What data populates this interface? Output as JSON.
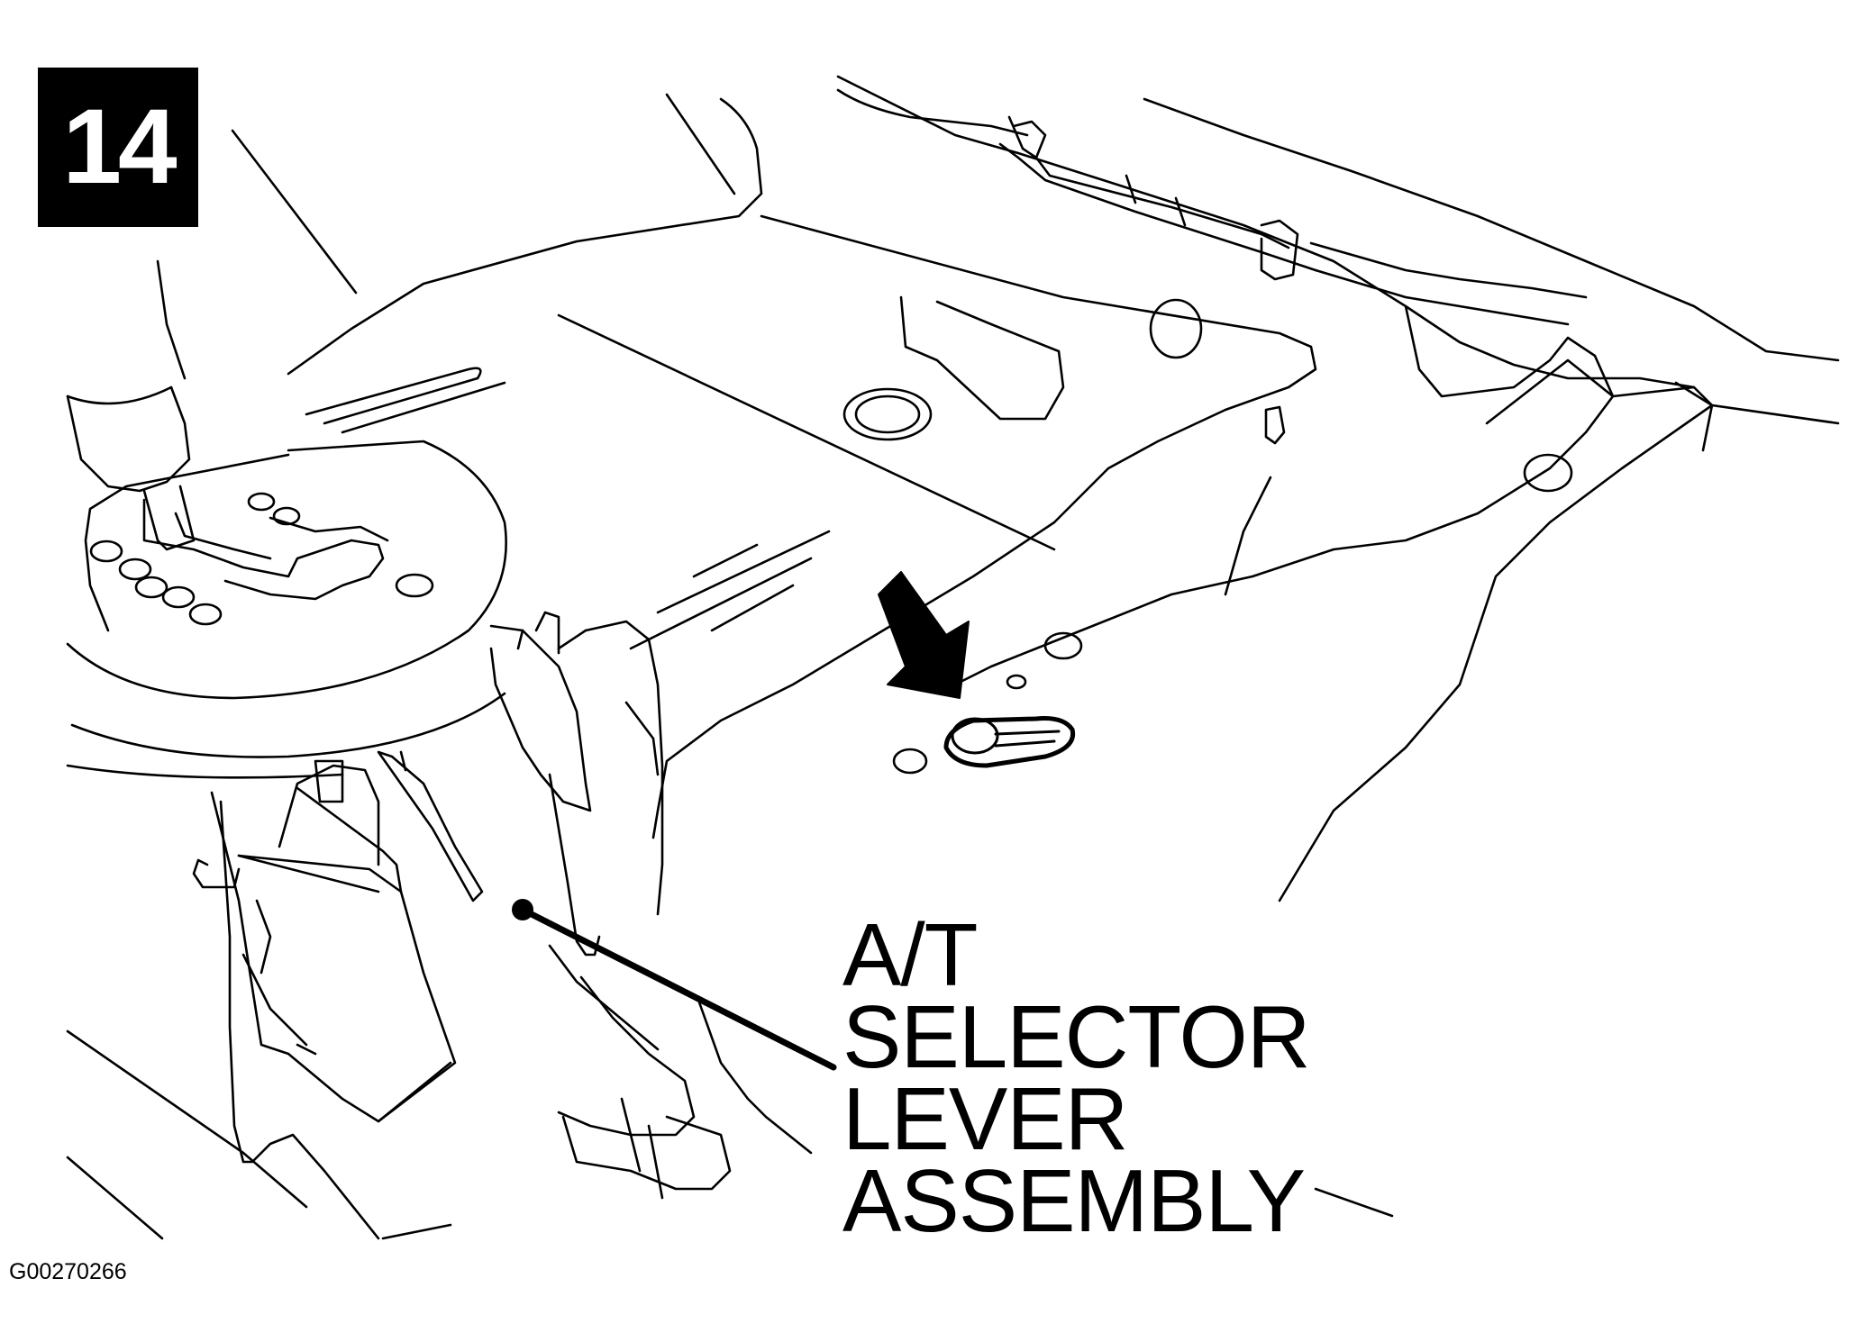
{
  "figure": {
    "step_number": "14",
    "callout": {
      "line1": "A/T",
      "line2": "SELECTOR",
      "line3": "LEVER",
      "line4": "ASSEMBLY"
    },
    "figure_id": "G00270266"
  },
  "colors": {
    "line": "#000000",
    "background": "#ffffff",
    "step_box": "#000000"
  }
}
